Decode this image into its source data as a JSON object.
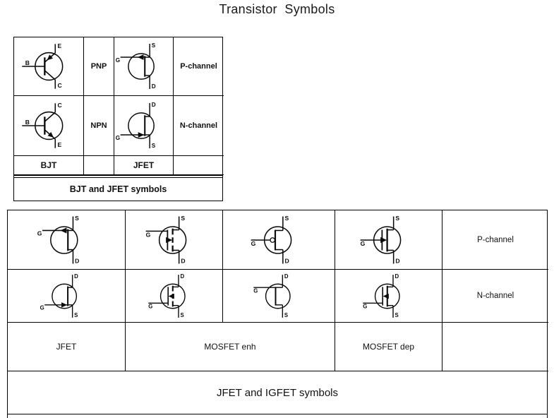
{
  "title": "Transistor  Symbols",
  "colors": {
    "line": "#0a0a0a",
    "text": "#1a1a1a"
  },
  "top_table": {
    "caption": "BJT and JFET symbols",
    "rows": {
      "r1": {
        "c2": "PNP",
        "c4": "P-channel"
      },
      "r2": {
        "c2": "NPN",
        "c4": "N-channel"
      },
      "r3": {
        "c1": "BJT",
        "c2": "",
        "c3": "JFET",
        "c4": ""
      }
    },
    "symbols": {
      "r1c1": "bjt_pnp",
      "r1c3": "jfet_p",
      "r2c1": "bjt_npn",
      "r2c3": "jfet_n"
    }
  },
  "bottom_table": {
    "caption": "JFET and IGFET symbols",
    "row1": {
      "label": "P-channel",
      "symbols": [
        "jfet_p",
        "mosfet_enh_p",
        "mosfet_simple_p",
        "mosfet_dep_p"
      ]
    },
    "row2": {
      "label": "N-channel",
      "symbols": [
        "jfet_n",
        "mosfet_enh_n",
        "mosfet_simple_n",
        "mosfet_dep_n"
      ]
    },
    "row3": {
      "c1": "JFET",
      "c2": "MOSFET enh",
      "c3": "MOSFET dep",
      "c4": ""
    }
  },
  "symbols": {
    "bjt_pnp": {
      "type": "bjt",
      "variant": "pnp",
      "top": "E",
      "bottom": "C",
      "left": "B"
    },
    "bjt_npn": {
      "type": "bjt",
      "variant": "npn",
      "top": "C",
      "bottom": "E",
      "left": "B"
    },
    "jfet_p": {
      "type": "jfet",
      "top": "S",
      "bottom": "D",
      "left": "G",
      "gate": "top",
      "arrow": "left"
    },
    "jfet_n": {
      "type": "jfet",
      "top": "D",
      "bottom": "S",
      "left": "G",
      "gate": "bottom",
      "arrow": "right"
    },
    "mosfet_enh_p": {
      "type": "mosfet",
      "top": "S",
      "bottom": "D",
      "left": "G",
      "gate": "top",
      "arrow": "right",
      "channel": "broken"
    },
    "mosfet_enh_n": {
      "type": "mosfet",
      "top": "D",
      "bottom": "S",
      "left": "G",
      "gate": "bottom",
      "arrow": "left",
      "channel": "broken"
    },
    "mosfet_simple_p": {
      "type": "mosfet_simple",
      "top": "S",
      "bottom": "D",
      "left": "G",
      "gate": "middle",
      "bubble": true
    },
    "mosfet_simple_n": {
      "type": "mosfet_simple",
      "top": "D",
      "bottom": "S",
      "left": "G",
      "gate": "top",
      "bubble": false
    },
    "mosfet_dep_p": {
      "type": "mosfet",
      "top": "S",
      "bottom": "D",
      "left": "G",
      "gate": "middle",
      "arrow": "right",
      "channel": "solid"
    },
    "mosfet_dep_n": {
      "type": "mosfet",
      "top": "D",
      "bottom": "S",
      "left": "G",
      "gate": "bottom",
      "arrow": "left",
      "channel": "solid"
    }
  }
}
